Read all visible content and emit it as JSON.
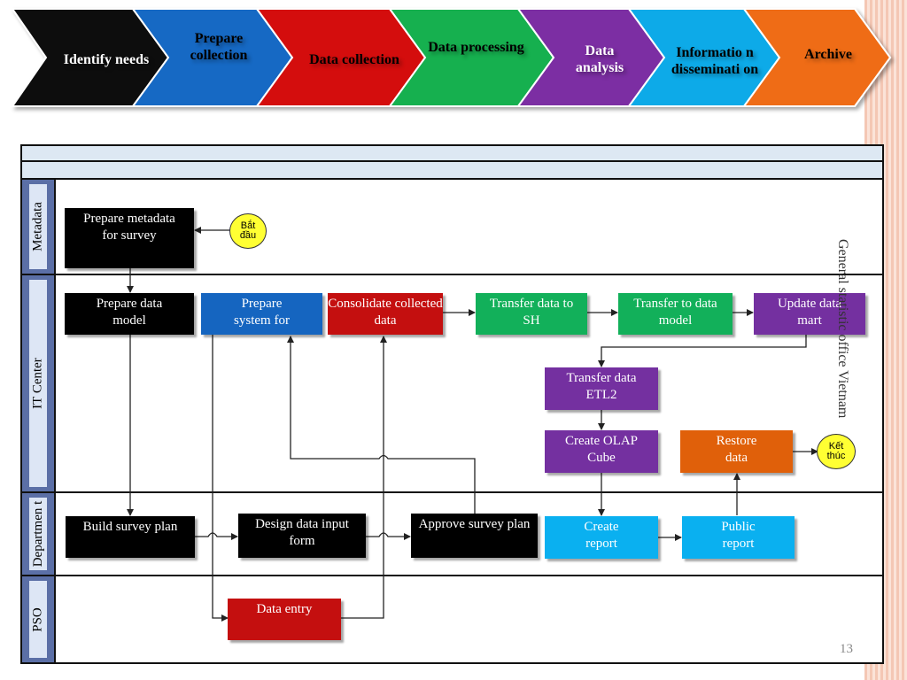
{
  "process_steps": [
    {
      "label": "Identify needs",
      "color": "#0a0a0a"
    },
    {
      "label": "Prepare collection",
      "color": "#1769c4"
    },
    {
      "label": "Data collection",
      "color": "#d40d0d"
    },
    {
      "label": "Data processing",
      "color": "#12b050"
    },
    {
      "label": "Data analysis",
      "color": "#7b2fa3"
    },
    {
      "label": "Informatio n disseminati on",
      "color": "#0aaae8"
    },
    {
      "label": "Archive",
      "color": "#ef6c12"
    }
  ],
  "lanes": {
    "metadata": "Metadata",
    "it_center": "IT Center",
    "department": "Departmen t",
    "pso": "PSO"
  },
  "nodes": {
    "start": "Bắt đầu",
    "end": "Kết thúc",
    "prepare_metadata": "Prepare metadata for survey",
    "prepare_data_model": "Prepare data model",
    "prepare_system": "Prepare system for",
    "consolidate": "Consolidate collected data",
    "transfer_sh": "Transfer data to SH",
    "transfer_model": "Transfer to data model",
    "update_mart": "Update data mart",
    "transfer_etl2": "Transfer data ETL2",
    "create_olap": "Create OLAP Cube",
    "restore_data": "Restore data",
    "build_plan": "Build survey plan",
    "design_form": "Design  data input form",
    "approve_plan": "Approve survey plan",
    "create_report": "Create report",
    "public_report": "Public report",
    "data_entry": "Data entry"
  },
  "side_text": "General statistic office Vietnam",
  "page_number": "13"
}
